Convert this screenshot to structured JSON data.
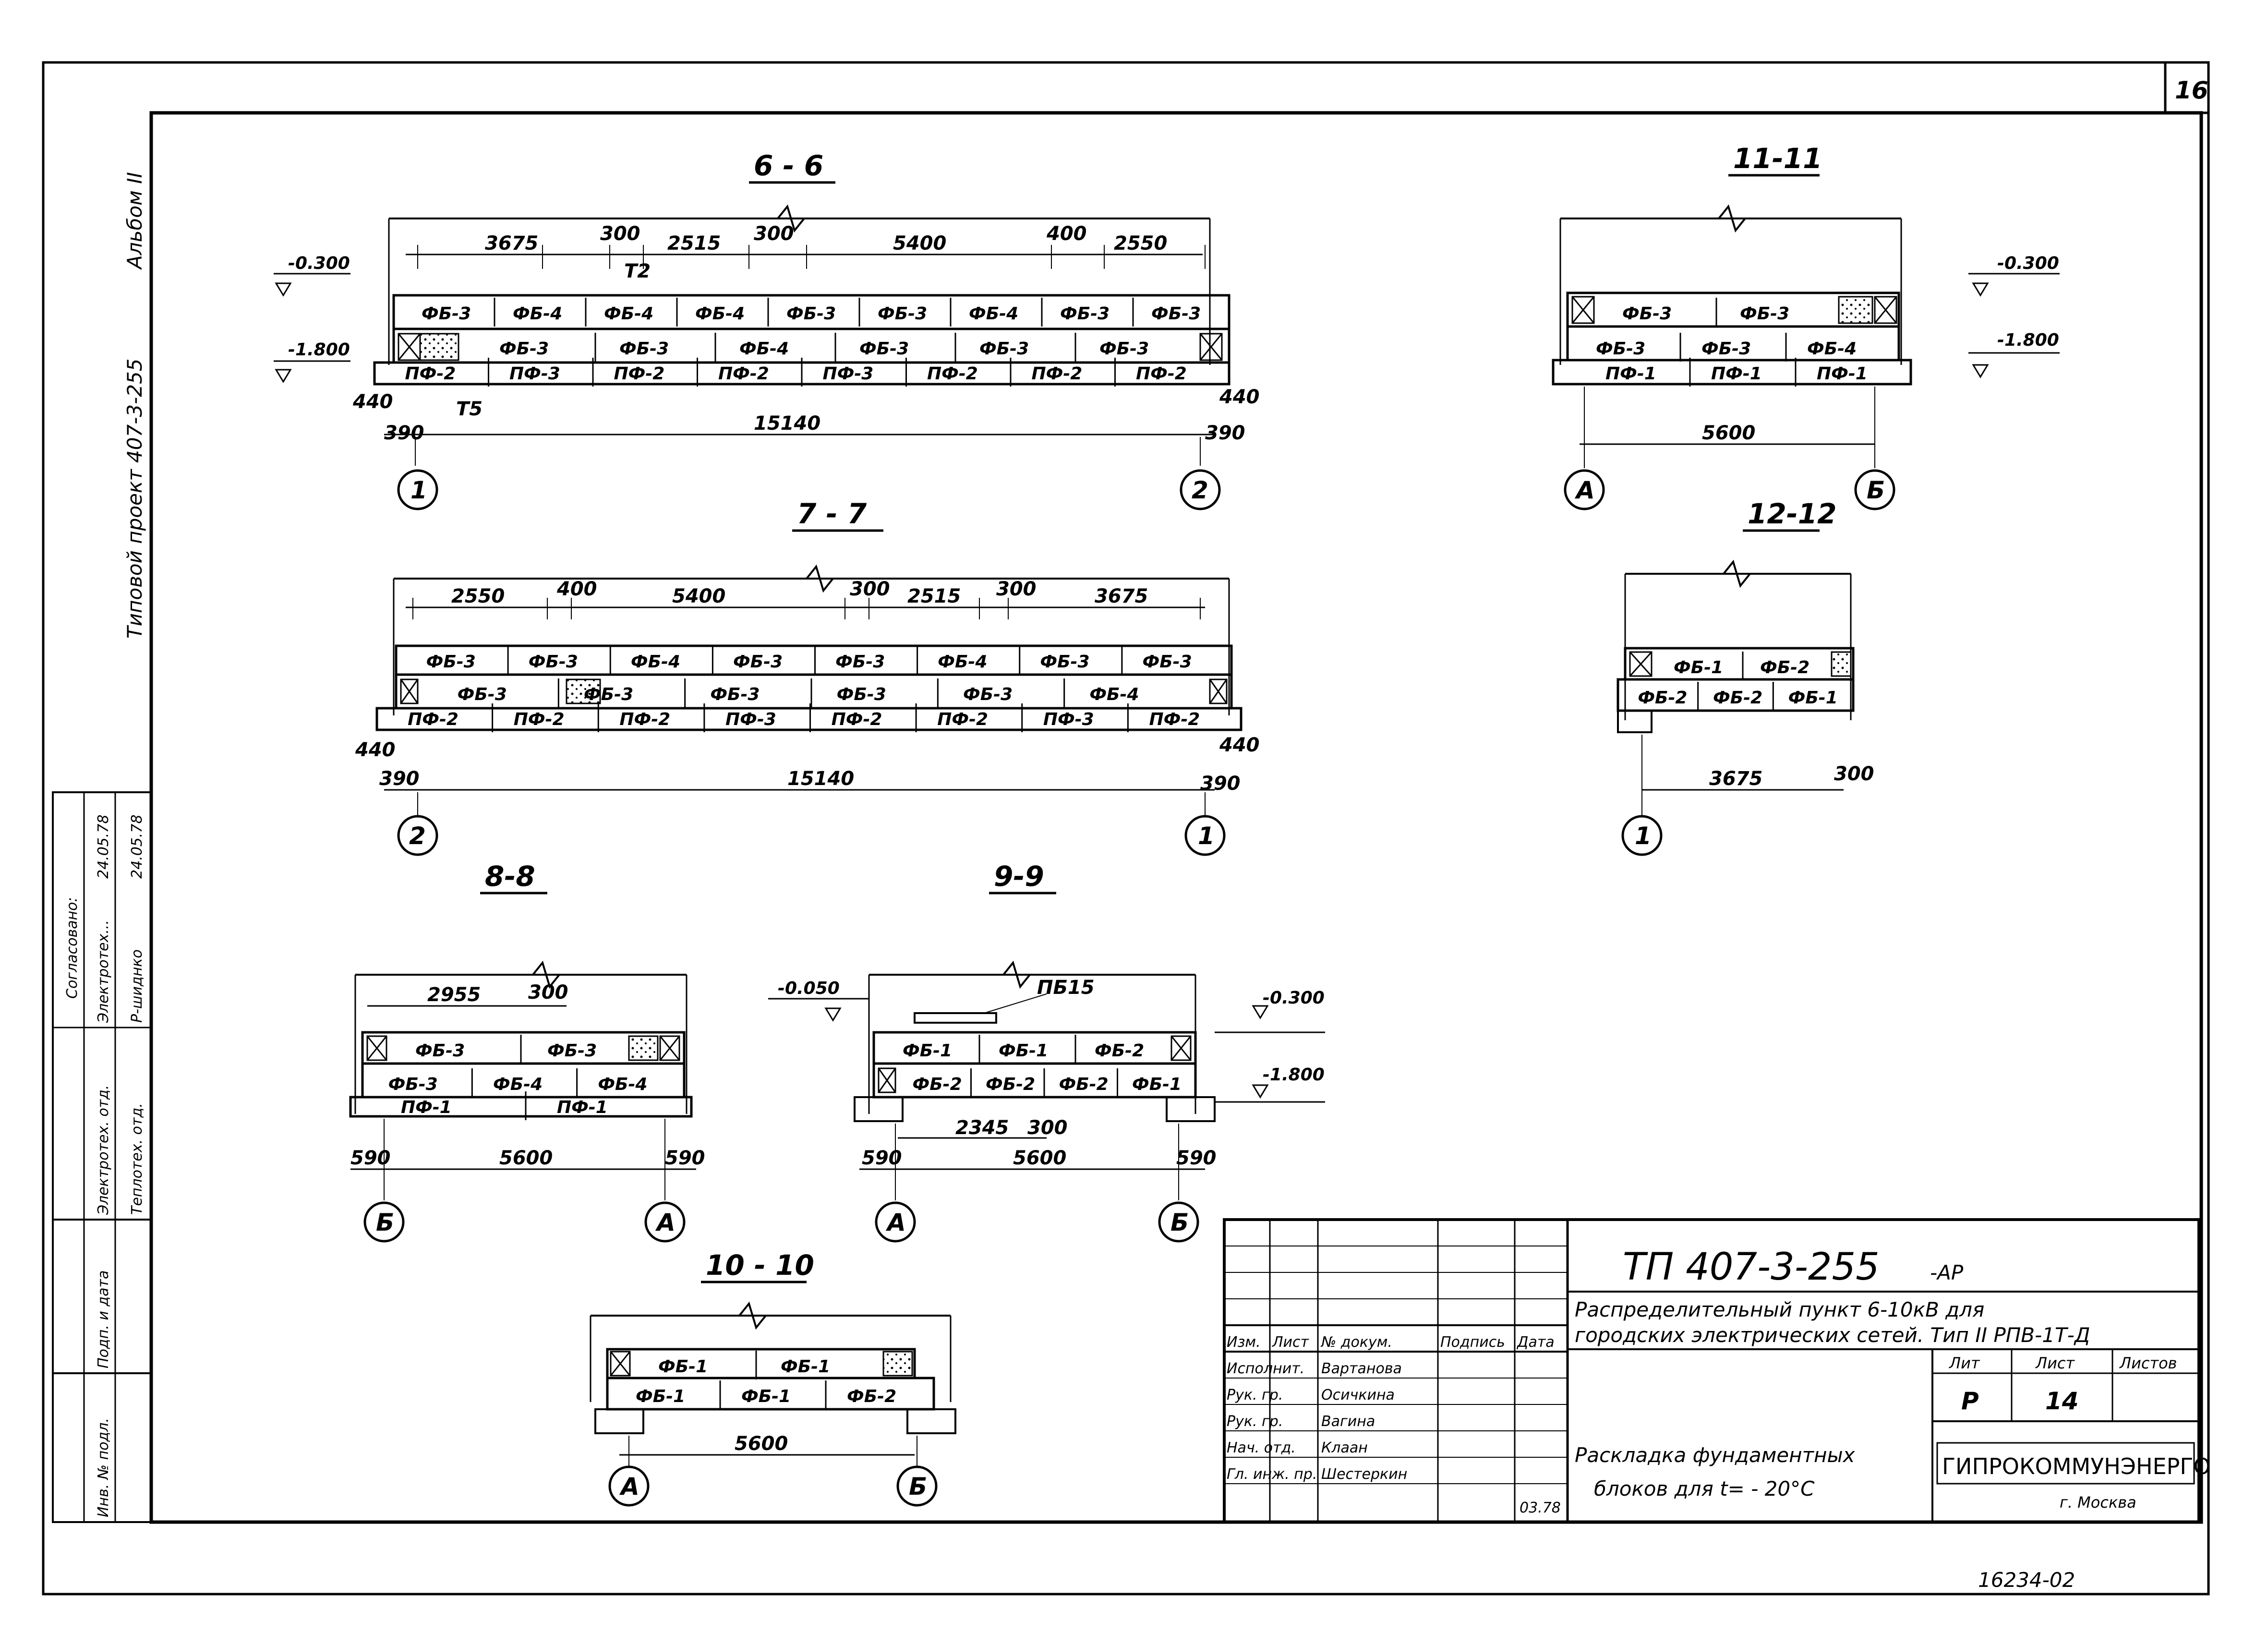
{
  "sheet_corner_number": "16",
  "doc_code_bottom": "16234-02",
  "side_text": {
    "project": "Типовой проект 407-3-255",
    "album": "Альбом II",
    "coord_title": "Согласовано:",
    "coord_rows": [
      "Электротех. отд.",
      "Теплотех. отд."
    ],
    "coord_names": [
      "Электротех...",
      "Р-шиднко"
    ],
    "coord_dates": [
      "24.05.78",
      "24.05.78"
    ],
    "inv": "Инв. № подл.",
    "sign_date": "Подп. и дата"
  },
  "sections": [
    {
      "id": "6-6",
      "title": "6 - 6",
      "axes": [
        "1",
        "2"
      ],
      "top_dims": [
        "3675",
        "300",
        "2515",
        "300",
        "5400",
        "400",
        "2550"
      ],
      "overall": "15140",
      "edge_left": "440",
      "edge_right": "440",
      "end_left": "390",
      "end_right": "390",
      "levels": [
        "-0.300",
        "-1.800"
      ],
      "notes": [
        "Т2",
        "Т5"
      ],
      "row1": [
        "ФБ-3",
        "ФБ-4",
        "ФБ-4",
        "ФБ-4",
        "ФБ-3",
        "ФБ-3",
        "ФБ-4",
        "ФБ-3",
        "ФБ-3"
      ],
      "row2": [
        "ФБ-3",
        "ФБ-3",
        "ФБ-4",
        "ФБ-3",
        "ФБ-3",
        "ФБ-3"
      ],
      "row3": [
        "ПФ-2",
        "ПФ-3",
        "ПФ-2",
        "ПФ-2",
        "ПФ-3",
        "ПФ-2",
        "ПФ-2",
        "ПФ-2"
      ]
    },
    {
      "id": "7-7",
      "title": "7 - 7",
      "axes": [
        "2",
        "1"
      ],
      "top_dims": [
        "2550",
        "400",
        "5400",
        "300",
        "2515",
        "300",
        "3675"
      ],
      "overall": "15140",
      "edge_left": "440",
      "edge_right": "440",
      "end_left": "390",
      "end_right": "390",
      "row1": [
        "ФБ-3",
        "ФБ-3",
        "ФБ-4",
        "ФБ-3",
        "ФБ-3",
        "ФБ-4",
        "ФБ-3",
        "ФБ-3"
      ],
      "row2": [
        "ФБ-3",
        "ФБ-3",
        "ФБ-3",
        "ФБ-3",
        "ФБ-3",
        "ФБ-4"
      ],
      "row3": [
        "ПФ-2",
        "ПФ-2",
        "ПФ-2",
        "ПФ-3",
        "ПФ-2",
        "ПФ-2",
        "ПФ-3",
        "ПФ-2"
      ]
    },
    {
      "id": "8-8",
      "title": "8-8",
      "axes": [
        "Б",
        "А"
      ],
      "top_dims": [
        "2955",
        "300"
      ],
      "overall": "5600",
      "end_left": "590",
      "end_right": "590",
      "row1": [
        "ФБ-3",
        "ФБ-3"
      ],
      "row2": [
        "ФБ-3",
        "ФБ-4",
        "ФБ-4"
      ],
      "row3": [
        "ПФ-1",
        "ПФ-1"
      ]
    },
    {
      "id": "9-9",
      "title": "9-9",
      "axes": [
        "А",
        "Б"
      ],
      "levels": [
        "-0.050",
        "-0.300",
        "-1.800"
      ],
      "note": "ПБ15",
      "bottom_dims": [
        "2345",
        "300"
      ],
      "overall": "5600",
      "end_left": "590",
      "end_right": "590",
      "row1": [
        "ФБ-1",
        "ФБ-1",
        "ФБ-2"
      ],
      "row2": [
        "ФБ-2",
        "ФБ-2",
        "ФБ-2",
        "ФБ-1"
      ]
    },
    {
      "id": "10-10",
      "title": "10 - 10",
      "axes": [
        "А",
        "Б"
      ],
      "overall": "5600",
      "row1": [
        "ФБ-1",
        "ФБ-1"
      ],
      "row2": [
        "ФБ-1",
        "ФБ-1",
        "ФБ-2"
      ]
    },
    {
      "id": "11-11",
      "title": "11-11",
      "axes": [
        "А",
        "Б"
      ],
      "overall": "5600",
      "levels": [
        "-0.300",
        "-1.800"
      ],
      "row1": [
        "ФБ-3",
        "ФБ-3"
      ],
      "row2": [
        "ФБ-3",
        "ФБ-3",
        "ФБ-4"
      ],
      "row3": [
        "ПФ-1",
        "ПФ-1",
        "ПФ-1"
      ]
    },
    {
      "id": "12-12",
      "title": "12-12",
      "axes": [
        "1"
      ],
      "dims": [
        "3675",
        "300"
      ],
      "row1": [
        "ФБ-1",
        "ФБ-2"
      ],
      "row2": [
        "ФБ-2",
        "ФБ-2",
        "ФБ-1"
      ]
    }
  ],
  "title_block": {
    "code": "ТП 407-3-255",
    "suffix": "-АР",
    "project_line1": "Распределительный пункт 6-10кВ для",
    "project_line2": "городских электрических сетей. Тип II РПВ-1Т-Д",
    "sheet_title_line1": "Раскладка фундаментных",
    "sheet_title_line2": "блоков для t= - 20°С",
    "headers": [
      "Изм.",
      "Лист",
      "№ докум.",
      "Подпись",
      "Дата"
    ],
    "staff": [
      {
        "role": "Исполнит.",
        "name": "Вартанова"
      },
      {
        "role": "Рук. гр.",
        "name": "Осичкина"
      },
      {
        "role": "Рук. гр.",
        "name": "Вагина"
      },
      {
        "role": "Нач. отд.",
        "name": "Клаан"
      },
      {
        "role": "Гл. инж. пр.",
        "name": "Шестеркин"
      }
    ],
    "sign_date": "03.78",
    "stage_header": "Лит",
    "sheet_header": "Лист",
    "sheets_header": "Листов",
    "stage": "Р",
    "sheet": "14",
    "org": "ГИПРОКОММУНЭНЕРГО",
    "city": "г. Москва"
  }
}
